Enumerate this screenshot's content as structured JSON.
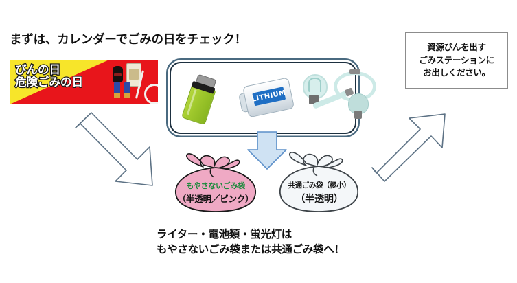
{
  "headline": "まずは、カレンダーでごみの日をチェック！",
  "banner": {
    "line1": "びんの日",
    "line2": "危険ごみの日",
    "colors": {
      "red": "#e8151b",
      "yellow": "#f7e52a",
      "text_outline": "#1a1a1a"
    },
    "items": [
      "lighter-photo",
      "battery-pack-photo",
      "battery-photo",
      "battery-photo",
      "fluorescent-tube-photo",
      "fluorescent-ring-photo"
    ]
  },
  "center_box": {
    "border_color": "#1d3040",
    "items": [
      {
        "name": "lighter",
        "label": ""
      },
      {
        "name": "lithium-battery",
        "label": "LITHIUM"
      },
      {
        "name": "fluorescent-bulb",
        "label": ""
      },
      {
        "name": "fluorescent-ring-lamp",
        "label": ""
      },
      {
        "name": "fluorescent-straight-tube",
        "label": ""
      },
      {
        "name": "fluorescent-bulb-small",
        "label": ""
      }
    ]
  },
  "bags": [
    {
      "id": "pink",
      "line1": "もやさないごみ袋",
      "line2": "（半透明／ピンク）",
      "fill": "#efa9c4",
      "line1_color": "#1c8a3c"
    },
    {
      "id": "white",
      "line1": "共通ごみ袋（極小）",
      "line2": "（半透明）",
      "fill": "#f4f7f9",
      "line1_color": "#141414"
    }
  ],
  "caption": {
    "line1": "ライター・電池類・蛍光灯は",
    "line2": "もやさないごみ袋または共通ごみ袋へ！"
  },
  "note_box": {
    "line1": "資源びんを出す",
    "line2": "ごみステーションに",
    "line3": "お出しください。"
  },
  "arrows": {
    "banner_to_bags": "down-right-arrow",
    "bags_to_note": "up-right-arrow",
    "box_to_bags": "blue-down-arrow",
    "outline_color": "#5d7285",
    "blue_fill": "#cfe2f3",
    "blue_stroke": "#5b8fc9"
  }
}
